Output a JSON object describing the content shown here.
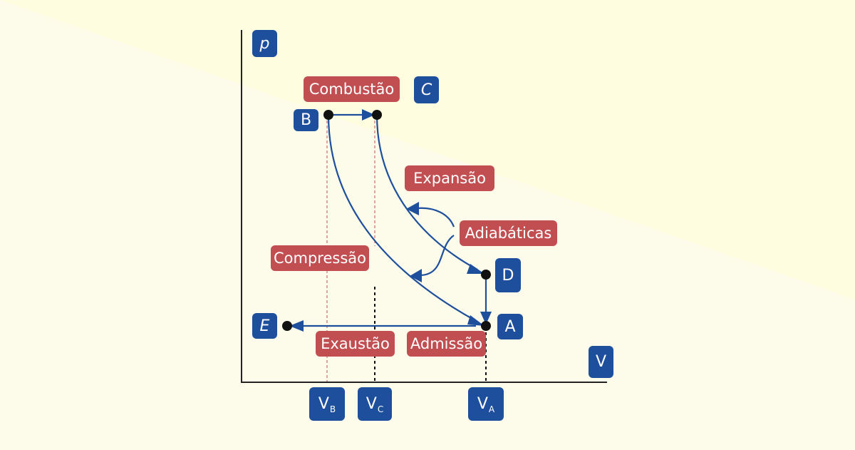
{
  "colors": {
    "background": "#fdfcea",
    "background_light": "#fffde3",
    "axis": "#222222",
    "curve": "#1e4f9c",
    "label_red": "#c14f52",
    "label_blue": "#1e4f9c",
    "dashed_red": "#c14f52",
    "dashed_black": "#111111"
  },
  "axes": {
    "y_label": "p",
    "x_label": "V"
  },
  "points": {
    "A": "A",
    "B": "B",
    "C": "C",
    "D": "D",
    "E": "E"
  },
  "volumes": {
    "vb_main": "V",
    "vb_sub": "B",
    "vc_main": "V",
    "vc_sub": "C",
    "va_main": "V",
    "va_sub": "A"
  },
  "processes": {
    "combustion": "Combustão",
    "expansion": "Expansão",
    "adiabatic": "Adiabáticas",
    "compression": "Compressão",
    "exhaust": "Exaustão",
    "admission": "Admissão"
  }
}
